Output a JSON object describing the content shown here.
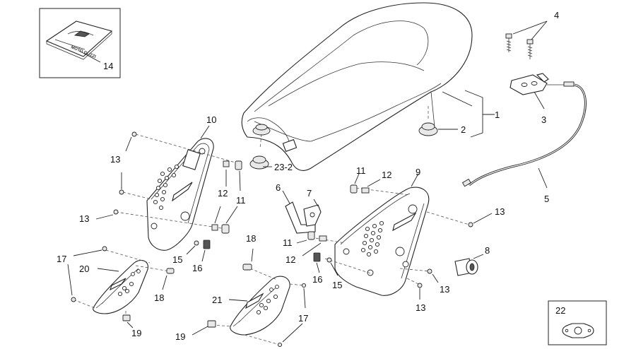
{
  "callouts": {
    "c1": "1",
    "c2": "2",
    "c3": "3",
    "c4": "4",
    "c5": "5",
    "c6": "6",
    "c7": "7",
    "c8": "8",
    "c9": "9",
    "c10": "10",
    "c11a": "11",
    "c11b": "11",
    "c11c": "11",
    "c12a": "12",
    "c12b": "12",
    "c12c": "12",
    "c13a": "13",
    "c13b": "13",
    "c13c": "13",
    "c13d": "13",
    "c13e": "13",
    "c14": "14",
    "c15a": "15",
    "c15b": "15",
    "c16a": "16",
    "c16b": "16",
    "c17a": "17",
    "c17b": "17",
    "c18a": "18",
    "c18b": "18",
    "c19a": "19",
    "c19b": "19",
    "c20": "20",
    "c21": "21",
    "c22": "22",
    "c23_2": "23-2"
  },
  "logo_text": "MOTO GUZZI"
}
